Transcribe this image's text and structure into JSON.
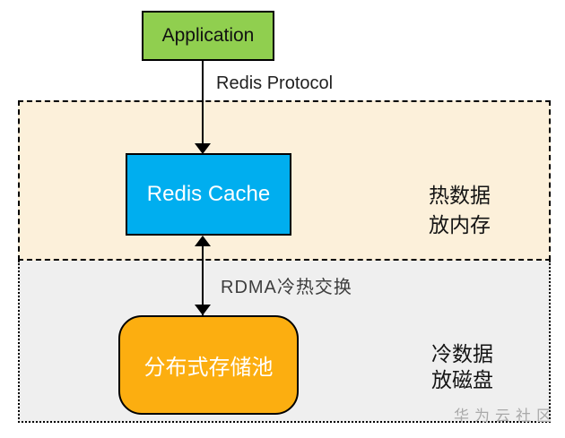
{
  "diagram": {
    "nodes": {
      "application": {
        "label": "Application",
        "bg": "#90CF4F"
      },
      "redis_cache": {
        "label": "Redis Cache",
        "bg": "#00AEEF"
      },
      "storage_pool": {
        "label": "分布式存储池",
        "bg": "#FCAE10"
      }
    },
    "edges": {
      "app_to_cache": {
        "label": "Redis Protocol",
        "direction": "down"
      },
      "cache_to_pool": {
        "label": "RDMA冷热交换",
        "direction": "both"
      }
    },
    "zones": {
      "hot": {
        "bg": "#FCF0DA",
        "border_style": "dashed",
        "note_line1": "热数据",
        "note_line2": "放内存"
      },
      "cold": {
        "bg": "#EFEFEF",
        "border_style": "dotted",
        "note_line1": "冷数据",
        "note_line2": "放磁盘"
      }
    },
    "watermark": {
      "text": "华为云社区",
      "color": "#A9A9A9"
    }
  }
}
